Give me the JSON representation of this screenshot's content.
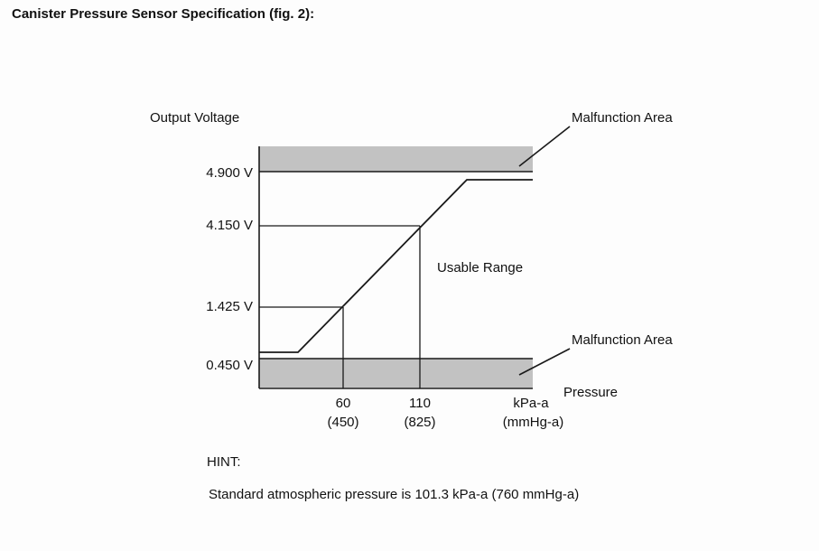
{
  "page": {
    "title": "Canister Pressure Sensor Specification (fig. 2):"
  },
  "chart": {
    "ylabel": "Output Voltage",
    "xlabel": "Pressure",
    "usable_range_label": "Usable Range",
    "malfunction_top_label": "Malfunction Area",
    "malfunction_bottom_label": "Malfunction Area",
    "y_ticks": [
      "4.900 V",
      "4.150 V",
      "1.425 V",
      "0.450 V"
    ],
    "x_ticks": [
      {
        "main": "60",
        "sub": "(450)"
      },
      {
        "main": "110",
        "sub": "(825)"
      },
      {
        "main": "kPa-a",
        "sub": "(mmHg-a)"
      }
    ]
  },
  "hint": {
    "label": "HINT:",
    "text": "Standard atmospheric pressure is 101.3 kPa-a (760 mmHg-a)"
  },
  "colors": {
    "band_gray": "#c2c2c2",
    "line_black": "#1a1a1a"
  },
  "chart_data": {
    "type": "line",
    "title": "Canister Pressure Sensor Specification (fig. 2)",
    "xlabel": "Pressure",
    "ylabel": "Output Voltage",
    "x_units": [
      "kPa-a",
      "mmHg-a"
    ],
    "x_ticks": [
      {
        "kpa_a": 60,
        "mmhg_a": 450
      },
      {
        "kpa_a": 110,
        "mmhg_a": 825
      }
    ],
    "y_ticks_volts": [
      4.9,
      4.15,
      1.425,
      0.45
    ],
    "series": [
      {
        "name": "Sensor output voltage vs pressure",
        "points": [
          {
            "pressure_kpa_a": 60,
            "output_v": 1.425
          },
          {
            "pressure_kpa_a": 110,
            "output_v": 4.15
          }
        ],
        "lower_clamp_v": 0.45,
        "upper_clamp_v": 4.9,
        "shape": "flat near lower clamp at low pressure, linear rise through (60 kPa-a, 1.425 V) and (110 kPa-a, 4.150 V), flat near upper clamp at high pressure"
      }
    ],
    "annotations": [
      "Malfunction Area (band above 4.900 V)",
      "Usable Range (between reference lines)",
      "Malfunction Area (band below 0.450 V)"
    ],
    "grid": false,
    "legend": false,
    "note": "Standard atmospheric pressure is 101.3 kPa-a (760 mmHg-a)"
  }
}
